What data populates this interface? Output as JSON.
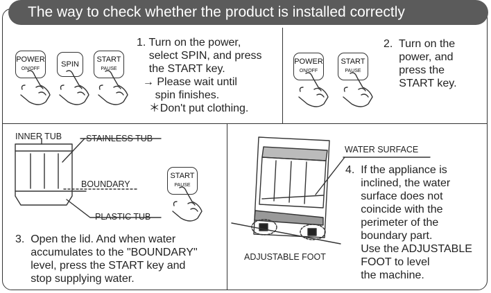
{
  "title": "The way to check whether the product is installed correctly",
  "step1": {
    "keys": [
      {
        "label": "POWER",
        "sub": "ON/OFF"
      },
      {
        "label": "SPIN",
        "sub": ""
      },
      {
        "label": "START",
        "sub": "PAUSE"
      }
    ],
    "text": "1. Turn on the power,\n    select SPIN, and press\n    the START key.\n  → Please wait until\n      spin finishes.\n    ＊Don't put clothing."
  },
  "step2": {
    "keys": [
      {
        "label": "POWER",
        "sub": "ON/OFF"
      },
      {
        "label": "START",
        "sub": "PAUSE"
      }
    ],
    "text": "2.  Turn on the\n     power, and\n     press the\n     START key."
  },
  "step3": {
    "labels": {
      "inner_tub": "INNER TUB",
      "stainless_tub": "STAINLESS TUB",
      "boundary": "BOUNDARY",
      "plastic_tub": "PLASTIC TUB"
    },
    "key": {
      "label": "START",
      "sub": "PAUSE"
    },
    "text": "3.  Open the lid. And when water\n     accumulates to the \"BOUNDARY\"\n     level, press the START key and\n     stop supplying water."
  },
  "step4": {
    "labels": {
      "water_surface": "WATER SURFACE",
      "adjustable_foot": "ADJUSTABLE FOOT"
    },
    "text": "4.  If the appliance is\n     inclined, the water\n     surface does not\n     coincide with the\n     perimeter of the\n     boundary part.\n     Use the ADJUSTABLE\n     FOOT to level\n     the machine."
  }
}
